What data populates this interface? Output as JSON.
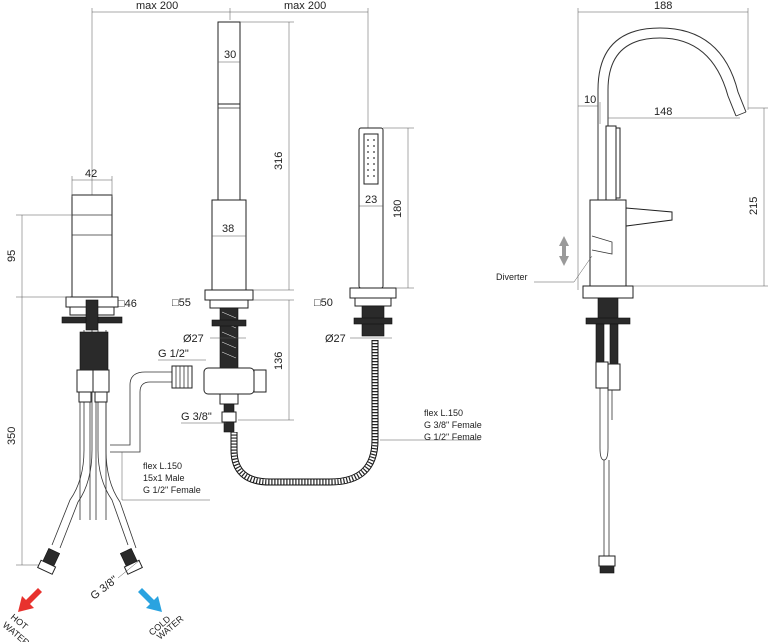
{
  "dimensions": {
    "max_left": "max 200",
    "max_right": "max 200",
    "width_188": "188",
    "d30": "30",
    "d316": "316",
    "d42": "42",
    "d95": "95",
    "d38": "38",
    "d23": "23",
    "d180": "180",
    "sq46": "□46",
    "sq55": "□55",
    "sq50": "□50",
    "dia27a": "Ø27",
    "dia27b": "Ø27",
    "g12": "G 1/2\"",
    "d136": "136",
    "g38": "G 3/8\"",
    "d350": "350",
    "g38b": "G 3/8\"",
    "d10": "10",
    "d148": "148",
    "d215": "215"
  },
  "notes": {
    "flex_right": [
      "flex L.150",
      "G 3/8\" Female",
      "G 1/2\" Female"
    ],
    "flex_left": [
      "flex L.150",
      "15x1 Male",
      "G 1/2\" Female"
    ],
    "diverter": "Diverter",
    "hot": [
      "HOT",
      "WATER"
    ],
    "cold": [
      "COLD",
      "WATER"
    ]
  },
  "colors": {
    "hot_arrow": "#e8322e",
    "cold_arrow": "#2aa3e0",
    "diverter_arrow": "#9a9a9a"
  }
}
